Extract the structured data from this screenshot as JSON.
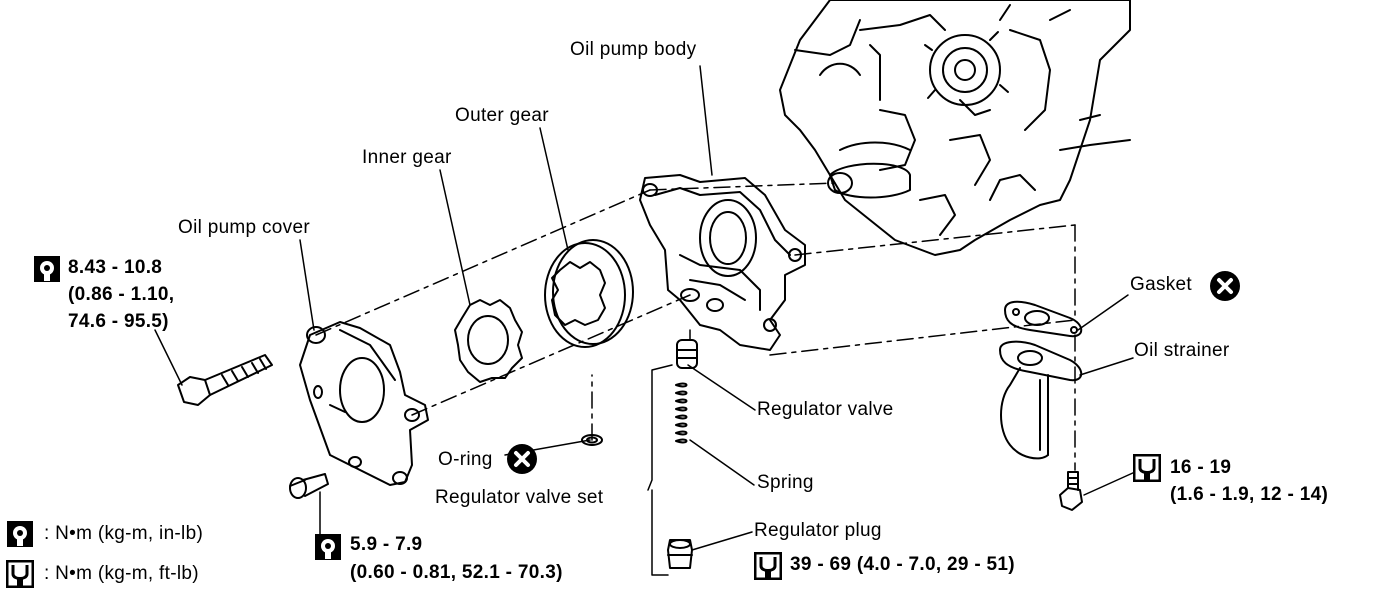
{
  "labels": {
    "oil_pump_body": "Oil pump body",
    "outer_gear": "Outer gear",
    "inner_gear": "Inner gear",
    "oil_pump_cover": "Oil pump cover",
    "gasket": "Gasket",
    "oil_strainer": "Oil strainer",
    "regulator_valve": "Regulator valve",
    "o_ring": "O-ring",
    "spring": "Spring",
    "regulator_valve_set": "Regulator valve set",
    "regulator_plug": "Regulator plug"
  },
  "torques": {
    "cover_bolt": {
      "line1": "8.43 - 10.8",
      "line2": "(0.86 - 1.10,",
      "line3": "74.6 - 95.5)"
    },
    "cover_screw": {
      "line1": "5.9 - 7.9",
      "line2": "(0.60 - 0.81, 52.1 - 70.3)"
    },
    "strainer_bolt": {
      "line1": "16 - 19",
      "line2": "(1.6 - 1.9, 12 - 14)"
    },
    "regulator_plug": {
      "line1": "39 - 69 (4.0 - 7.0, 29 - 51)"
    }
  },
  "legend": {
    "in_lb": ": N•m (kg-m, in-lb)",
    "ft_lb": ": N•m (kg-m, ft-lb)"
  },
  "icons": {
    "torque_in_lb": "torque-wrench-in-lb-icon",
    "torque_ft_lb": "torque-wrench-ft-lb-icon",
    "replace": "do-not-reuse-icon"
  }
}
